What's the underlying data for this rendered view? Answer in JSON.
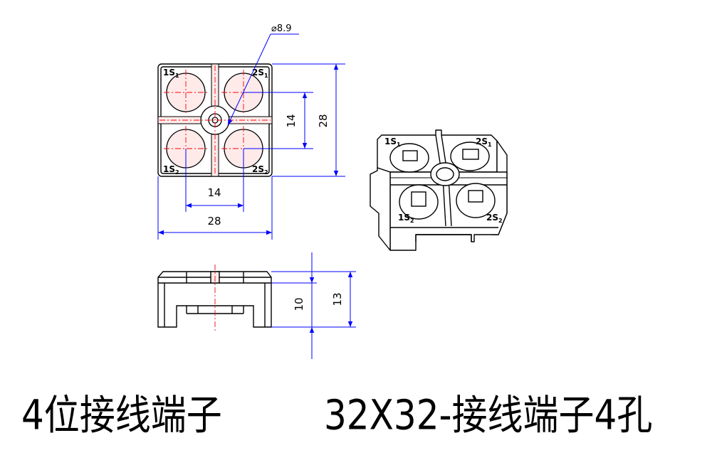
{
  "drawing": {
    "top_view": {
      "terminal_labels": {
        "top_left": "1S",
        "top_left_sub": "1",
        "top_right": "2S",
        "top_right_sub": "1",
        "bottom_left": "1S",
        "bottom_left_sub": "2",
        "bottom_right": "2S",
        "bottom_right_sub": "2"
      },
      "dims": {
        "hole_diameter": "⌀8.9",
        "pitch_vertical": "14",
        "height": "28",
        "pitch_horizontal": "14",
        "width": "28"
      }
    },
    "side_view": {
      "dims": {
        "inner_height": "10",
        "total_height": "13"
      }
    },
    "iso_view": {
      "terminal_labels": {
        "back_left": "1S",
        "back_left_sub": "1",
        "back_right": "2S",
        "back_right_sub": "1",
        "front_left": "1S",
        "front_left_sub": "2",
        "front_right": "2S",
        "front_right_sub": "2"
      }
    },
    "colors": {
      "outline": "#000000",
      "dimension": "#0000ff",
      "centerline": "#ff0000",
      "fill": "#ffeaea"
    }
  },
  "captions": {
    "left": "4位接线端子",
    "right": "32X32-接线端子4孔"
  }
}
